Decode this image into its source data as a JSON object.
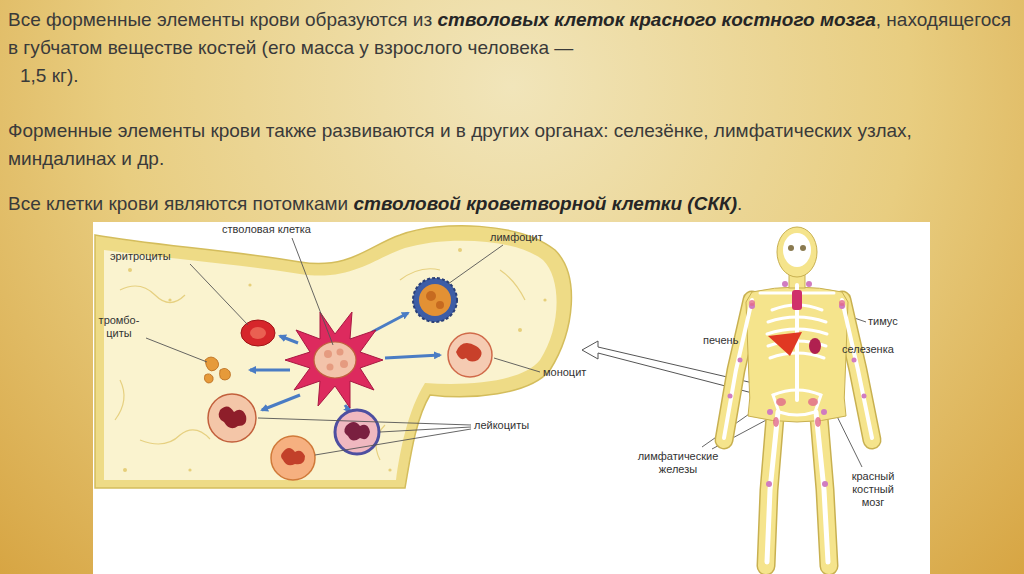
{
  "diagram": {
    "labels": [
      "Все форменные элементы крови образуются из",
      "стволовых клеток красного костного мозга",
      ", находящегося в губчатом веществе костей (его масса у взрослого человека —",
      "1,5 кг).",
      "Форменные элементы крови также развиваются и в других органах: селезёнке, лимфатических узлах, миндалинах и др.",
      "Все клетки крови являются потомками",
      "стволовой кроветворной клетки (СКК)",
      ".",
      "стволовая клетка",
      "эритроциты",
      "лимфоцит",
      "тромбо- циты",
      "моноцит",
      "лейкоциты",
      "тимус",
      "печень",
      "селезенка",
      "лимфатические железы",
      "красный костный мозг"
    ]
  }
}
